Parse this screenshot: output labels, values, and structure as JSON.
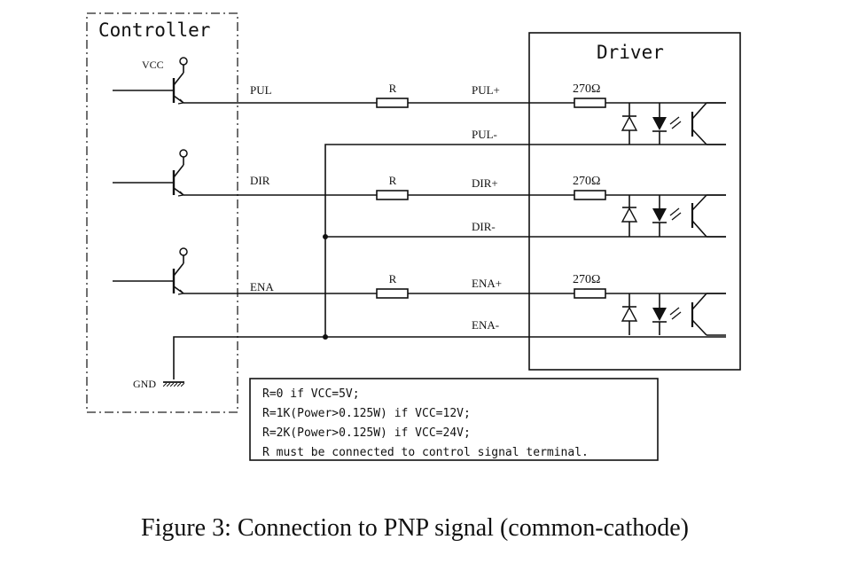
{
  "controller": {
    "title": "Controller",
    "vcc_label": "VCC",
    "gnd_label": "GND"
  },
  "driver": {
    "title": "Driver"
  },
  "channels": [
    {
      "signal": "PUL",
      "resistor": "R",
      "plus": "PUL+",
      "minus": "PUL-",
      "internal_resistor": "270Ω"
    },
    {
      "signal": "DIR",
      "resistor": "R",
      "plus": "DIR+",
      "minus": "DIR-",
      "internal_resistor": "270Ω"
    },
    {
      "signal": "ENA",
      "resistor": "R",
      "plus": "ENA+",
      "minus": "ENA-",
      "internal_resistor": "270Ω"
    }
  ],
  "notes": [
    "R=0 if VCC=5V;",
    "R=1K(Power>0.125W) if VCC=12V;",
    "R=2K(Power>0.125W) if VCC=24V;",
    "R must be connected to control signal terminal."
  ],
  "caption": "Figure 3: Connection to PNP signal (common-cathode)"
}
